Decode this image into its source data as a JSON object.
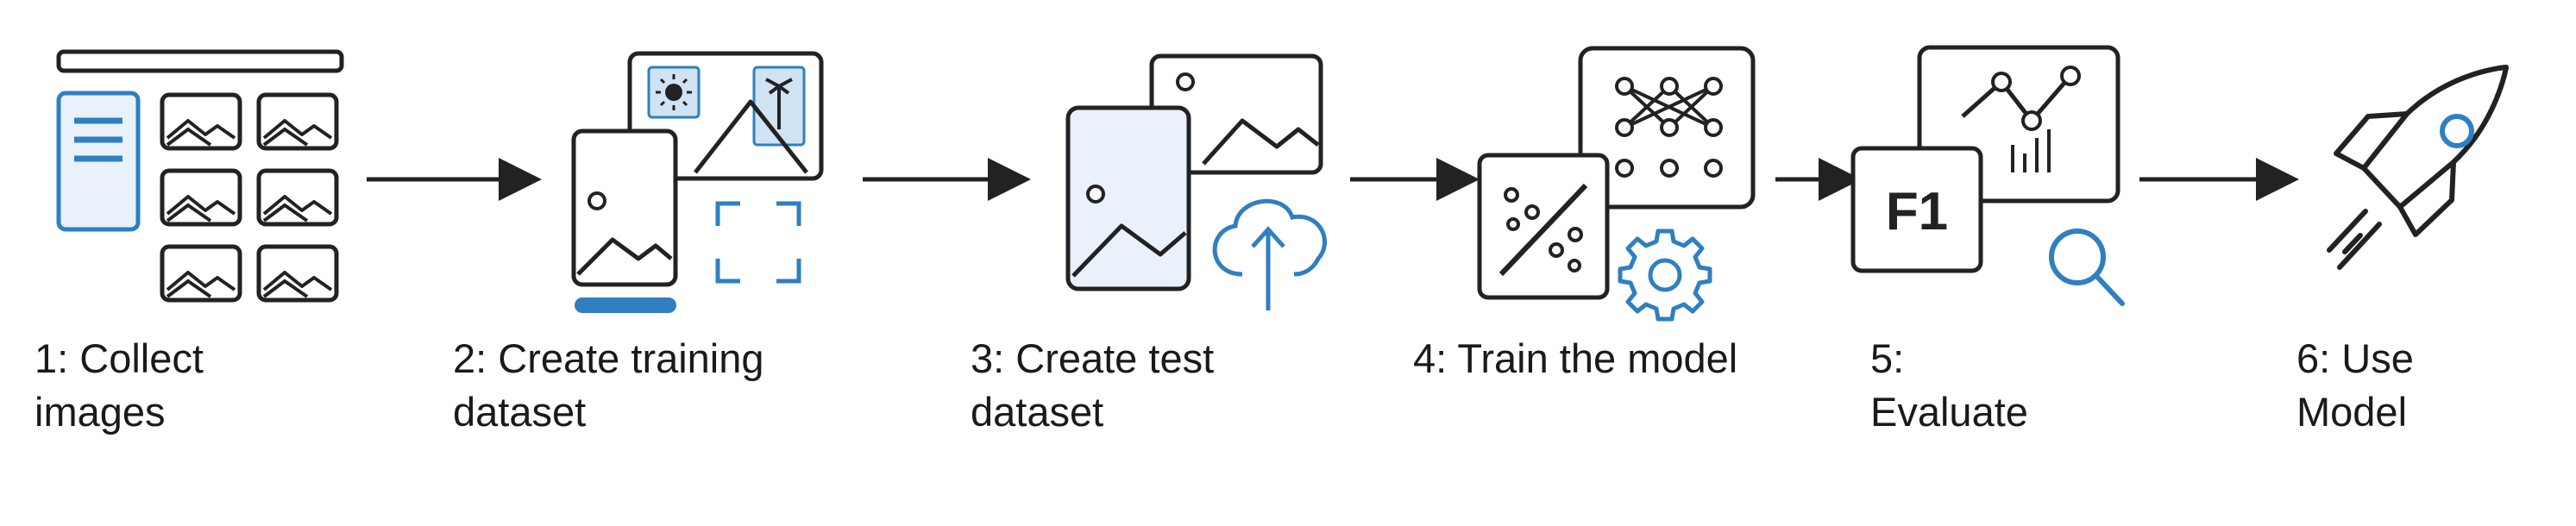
{
  "colors": {
    "stroke": "#222222",
    "accent": "#2f7fc1",
    "accent_light": "#cfe3f3",
    "text": "#1a1a1a"
  },
  "steps": [
    {
      "line1": "1: Collect",
      "line2": "images",
      "icon": "image-collection-icon"
    },
    {
      "line1": "2: Create training",
      "line2": "dataset",
      "icon": "training-dataset-icon"
    },
    {
      "line1": "3: Create test",
      "line2": "dataset",
      "icon": "test-dataset-upload-icon"
    },
    {
      "line1": "4: Train the model",
      "line2": "",
      "icon": "neural-network-training-icon"
    },
    {
      "line1": "5:",
      "line2": "Evaluate",
      "icon": "evaluate-f1-chart-icon"
    },
    {
      "line1": "6: Use",
      "line2": "Model",
      "icon": "rocket-icon"
    }
  ],
  "icons": {
    "f1_text": "F1"
  }
}
